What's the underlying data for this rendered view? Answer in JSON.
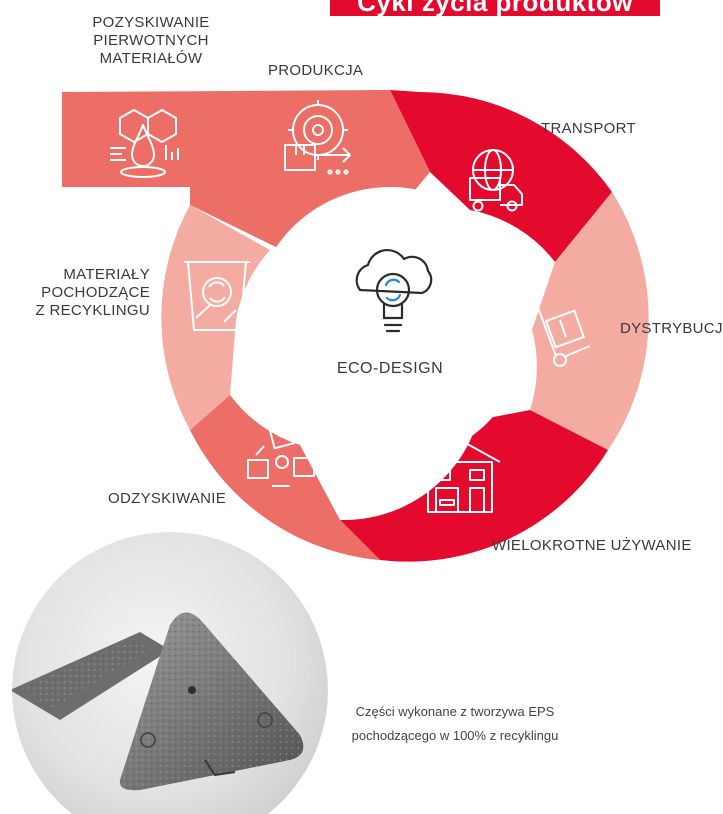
{
  "title": "Cykl życia produktów",
  "center": {
    "label": "ECO-DESIGN",
    "icon": "lightbulb-cloud-recycle-icon"
  },
  "stages": [
    {
      "id": "raw-materials",
      "label": "POZYSKIWANIE\nPIERWOTNYCH\nMATERIAŁÓW",
      "icon": "chemistry-droplet-icon",
      "color": "#ec6e66"
    },
    {
      "id": "production",
      "label": "PRODUKCJA",
      "icon": "gear-factory-icon",
      "color": "#ec6e66"
    },
    {
      "id": "transport",
      "label": "TRANSPORT",
      "icon": "globe-truck-icon",
      "color": "#e30a2e"
    },
    {
      "id": "distribution",
      "label": "DYSTRYBUCJA",
      "icon": "hand-truck-box-icon",
      "color": "#f3aba2"
    },
    {
      "id": "reuse",
      "label": "WIELOKROTNE UŻYWANIE",
      "icon": "house-car-icon",
      "color": "#e30a2e"
    },
    {
      "id": "recovery",
      "label": "ODZYSKIWANIE",
      "icon": "recycle-boxes-icon",
      "color": "#ec6e66"
    },
    {
      "id": "recycled-materials",
      "label": "MATERIAŁY\nPOCHODZĄCE\nZ RECYKLINGU",
      "icon": "recycle-bin-icon",
      "color": "#f3aba2"
    }
  ],
  "photo": {
    "icon": "eps-foam-part-photo"
  },
  "caption": "Części wykonane z tworzywa EPS\npochodzącego w 100% z recyklingu"
}
